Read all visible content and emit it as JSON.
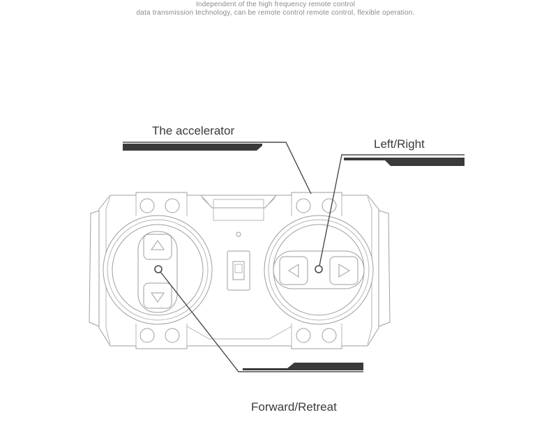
{
  "intro": {
    "line1": "Independent of the high frequency remote control",
    "line2": "data transmission technology, can be remote control remote control, flexible operation."
  },
  "callouts": {
    "accelerator": "The accelerator",
    "left_right": "Left/Right",
    "forward_retreat": "Forward/Retreat"
  },
  "colors": {
    "outline": "#9e9e9e",
    "leader": "#4a4a4a",
    "bar": "#3a3a3a",
    "label_text": "#3a3a3a",
    "intro_text": "#8a8a8a"
  }
}
